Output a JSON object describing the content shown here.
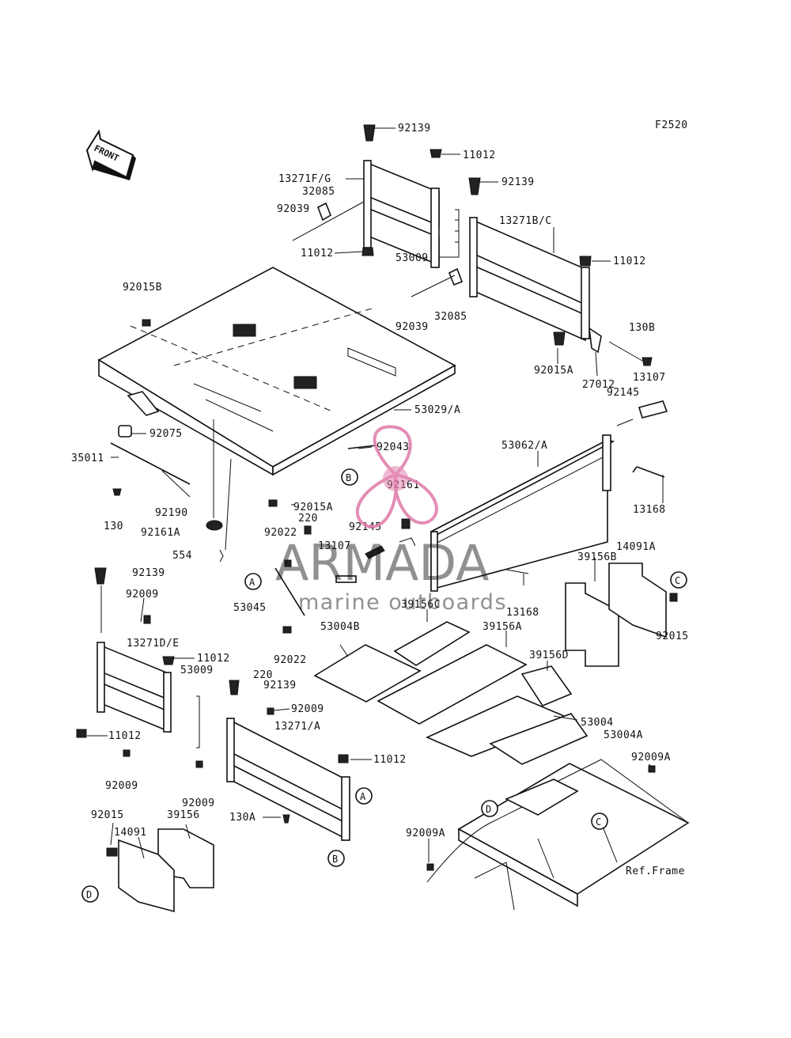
{
  "figure_code": "F2520",
  "front_arrow_label": "FRONT",
  "callouts": {
    "A": "A",
    "B": "B",
    "C": "C",
    "D": "D"
  },
  "labels": {
    "l92139a": "92139",
    "l11012a": "11012",
    "l13271fg": "13271F/G",
    "l32085a": "32085",
    "l92039a": "92039",
    "l11012b": "11012",
    "l53009a": "53009",
    "l92139b": "92139",
    "l13271bc": "13271B/C",
    "l11012c": "11012",
    "l92039b": "92039",
    "l32085b": "32085",
    "l92015b": "92015B",
    "l130b": "130B",
    "l92015a1": "92015A",
    "l27012": "27012",
    "l13107a": "13107",
    "l92145a": "92145",
    "l53029": "53029/A",
    "l92075": "92075",
    "l35011": "35011",
    "l92043": "92043",
    "l53062": "53062/A",
    "l92161": "92161",
    "l130": "130",
    "l92190": "92190",
    "l92161a": "92161A",
    "l92015a2": "92015A",
    "l13168a": "13168",
    "l92022a": "92022",
    "l220a": "220",
    "l554": "554",
    "l92145b": "92145",
    "l13107b": "13107",
    "l39156b": "39156B",
    "l14091a": "14091A",
    "l92139c": "92139",
    "l92009a": "92009",
    "l53045": "53045",
    "l39156c": "39156C",
    "l13168b": "13168",
    "l92015": "92015",
    "l53004b": "53004B",
    "l39156a": "39156A",
    "l13271de": "13271D/E",
    "l11012d": "11012",
    "l92022b": "92022",
    "l39156d": "39156D",
    "l53009b": "53009",
    "l220b": "220",
    "l92139d": "92139",
    "l92009b": "92009",
    "l13271a": "13271/A",
    "l11012e": "11012",
    "l53004": "53004",
    "l53004a": "53004A",
    "l11012f": "11012",
    "l92009c": "92009",
    "l92009d": "92009",
    "l92009aa": "92009A",
    "l130a": "130A",
    "l92015c": "92015",
    "l39156": "39156",
    "l14091": "14091",
    "l92009ab": "92009A",
    "l_ref": "Ref.Frame"
  },
  "watermark": {
    "brand": "ARMADA",
    "tagline": "marine outboards",
    "logo_color": "#e07aa8",
    "text_color": "#555555"
  }
}
